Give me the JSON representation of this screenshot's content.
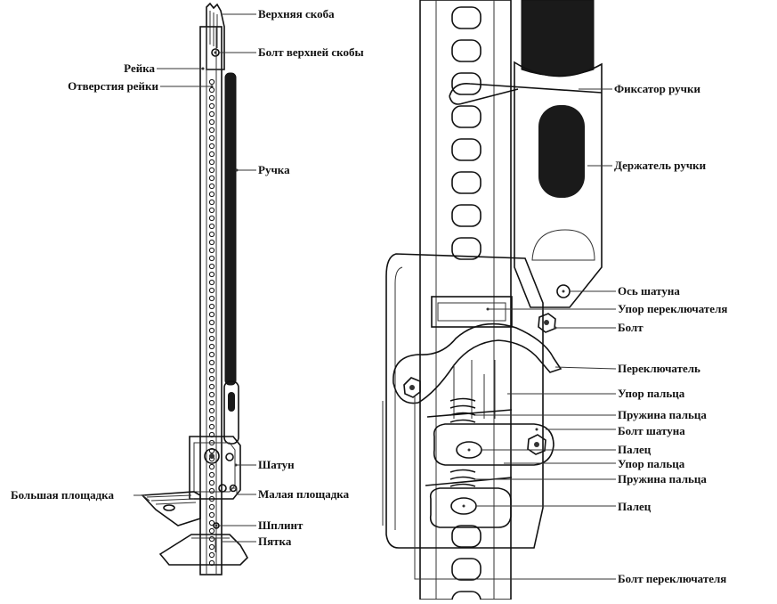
{
  "left_labels": {
    "verkhnyaya_skoba": "Верхняя скоба",
    "bolt_verkhney_skoby": "Болт верхней скобы",
    "reyka": "Рейка",
    "otverstiya_reyki": "Отверстия рейки",
    "ruchka": "Ручка",
    "shatun": "Шатун",
    "bolshaya_ploshchadka": "Большая площадка",
    "malaya_ploshchadka": "Малая площадка",
    "shplint": "Шплинт",
    "pyatka": "Пятка"
  },
  "right_labels": {
    "fiksator_ruchki": "Фиксатор ручки",
    "derzhatel_ruchki": "Держатель ручки",
    "os_shatuna": "Ось шатуна",
    "upor_pereklyuchatelya": "Упор переключателя",
    "bolt": "Болт",
    "pereklyuchatel": "Переключатель",
    "upor_paltsa_1": "Упор пальца",
    "pruzhina_paltsa_1": "Пружина пальца",
    "bolt_shatuna": "Болт шатуна",
    "palets_1": "Палец",
    "upor_paltsa_2": "Упор пальца",
    "pruzhina_paltsa_2": "Пружина пальца",
    "palets_2": "Палец",
    "bolt_pereklyuchatelya": "Болт переключателя"
  },
  "colors": {
    "ink": "#111111",
    "handle": "#1a1a1a",
    "paper": "#ffffff"
  }
}
